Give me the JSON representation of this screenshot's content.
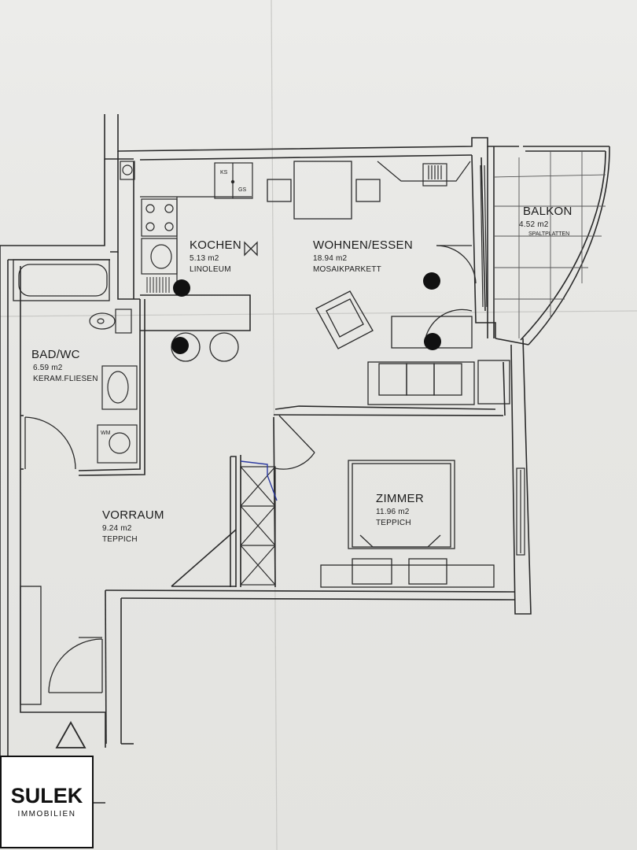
{
  "rooms": [
    {
      "id": "kochen",
      "name": "KOCHEN",
      "area": "5.13 m2",
      "floor": "LINOLEUM"
    },
    {
      "id": "wohnen",
      "name": "WOHNEN/ESSEN",
      "area": "18.94 m2",
      "floor": "MOSAIKPARKETT"
    },
    {
      "id": "balkon",
      "name": "BALKON",
      "area": "4.52 m2",
      "floor": "SPALTPLATTEN"
    },
    {
      "id": "bad",
      "name": "BAD/WC",
      "area": "6.59 m2",
      "floor": "KERAM.FLIESEN"
    },
    {
      "id": "vorraum",
      "name": "VORRAUM",
      "area": "9.24 m2",
      "floor": "TEPPICH"
    },
    {
      "id": "zimmer",
      "name": "ZIMMER",
      "area": "11.96 m2",
      "floor": "TEPPICH"
    }
  ],
  "appliance_labels": {
    "ks": "KS",
    "gs": "GS",
    "wm": "WM"
  },
  "logo": {
    "main": "SULEK",
    "sub": "IMMOBILIEN"
  }
}
